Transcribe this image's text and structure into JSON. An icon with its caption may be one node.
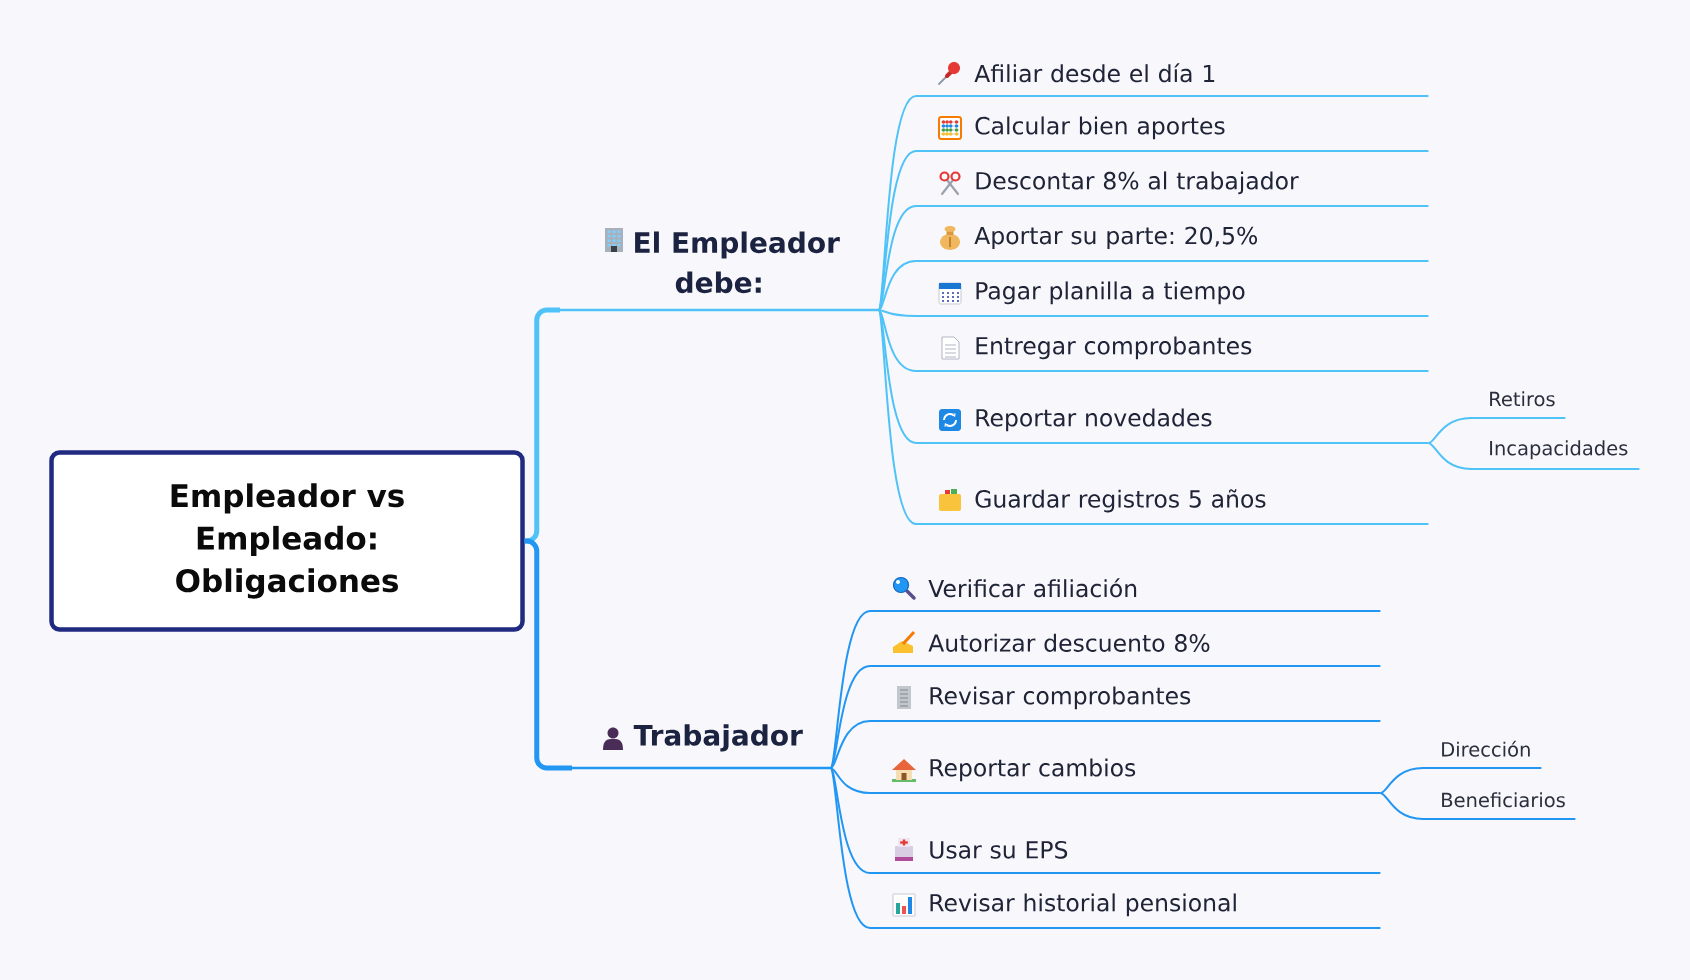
{
  "diagram": {
    "nodes": [
      {
        "text": [
          "Empleador vs Empleado: Obligaciones"
        ]
      },
      {
        "text": [
          "El Empleador debe:"
        ]
      },
      {
        "text": [
          "Afiliar desde el día 1"
        ]
      },
      {
        "text": [
          "Calcular bien aportes"
        ]
      },
      {
        "text": [
          "Descontar 8% al trabajador"
        ]
      },
      {
        "text": [
          "Aportar su parte: 20,5%"
        ]
      },
      {
        "text": [
          "Pagar planilla a tiempo"
        ]
      },
      {
        "text": [
          "Entregar comprobantes"
        ]
      },
      {
        "text": [
          "Reportar novedades"
        ]
      },
      {
        "text": [
          "Retiros"
        ]
      },
      {
        "text": [
          "Incapacidades"
        ]
      },
      {
        "text": [
          "Guardar registros 5 años"
        ]
      },
      {
        "text": [
          "Trabajador"
        ]
      },
      {
        "text": [
          "Verificar afiliación"
        ]
      },
      {
        "text": [
          "Autorizar descuento 8%"
        ]
      },
      {
        "text": [
          "Revisar comprobantes"
        ]
      },
      {
        "text": [
          "Reportar cambios"
        ]
      },
      {
        "text": [
          "Dirección"
        ]
      },
      {
        "text": [
          "Beneficiarios"
        ]
      },
      {
        "text": [
          "Usar su EPS"
        ]
      },
      {
        "text": [
          "Revisar historial pensional"
        ]
      }
    ],
    "edges": [
      {
        "from": 0,
        "to": 1,
        "arrow": "none",
        "style": "thick"
      },
      {
        "from": 1,
        "to": 2,
        "arrow": "none"
      },
      {
        "from": 1,
        "to": 3,
        "arrow": "none"
      },
      {
        "from": 1,
        "to": 4,
        "arrow": "none"
      },
      {
        "from": 1,
        "to": 5,
        "arrow": "none"
      },
      {
        "from": 1,
        "to": 6,
        "arrow": "none"
      },
      {
        "from": 1,
        "to": 7,
        "arrow": "none"
      },
      {
        "from": 1,
        "to": 8,
        "arrow": "none"
      },
      {
        "from": 8,
        "to": 9,
        "arrow": "none"
      },
      {
        "from": 8,
        "to": 10,
        "arrow": "none"
      },
      {
        "from": 1,
        "to": 11,
        "arrow": "none"
      },
      {
        "from": 0,
        "to": 12,
        "arrow": "none",
        "style": "thick",
        "color": "#2196f3"
      },
      {
        "from": 12,
        "to": 13,
        "arrow": "none",
        "color": "#2196f3"
      },
      {
        "from": 12,
        "to": 14,
        "arrow": "none",
        "color": "#2196f3"
      },
      {
        "from": 12,
        "to": 15,
        "arrow": "none",
        "color": "#2196f3"
      },
      {
        "from": 12,
        "to": 16,
        "arrow": "none",
        "color": "#2196f3"
      },
      {
        "from": 16,
        "to": 17,
        "arrow": "none",
        "color": "#2196f3"
      },
      {
        "from": 16,
        "to": 18,
        "arrow": "none",
        "color": "#2196f3"
      },
      {
        "from": 12,
        "to": 19,
        "arrow": "none",
        "color": "#2196f3"
      },
      {
        "from": 12,
        "to": 20,
        "arrow": "none",
        "color": "#2196f3"
      }
    ]
  }
}
